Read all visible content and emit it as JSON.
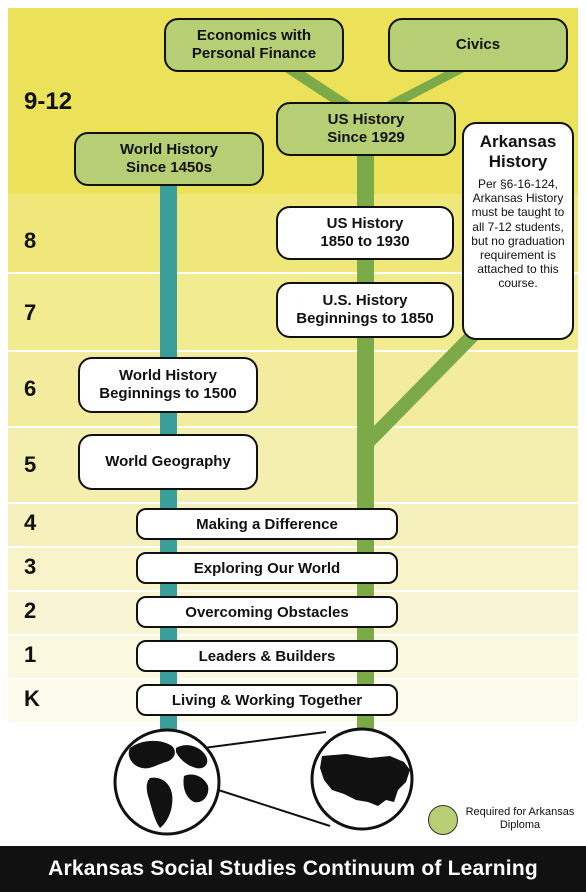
{
  "grades": {
    "g912": "9-12",
    "g8": "8",
    "g7": "7",
    "g6": "6",
    "g5": "5",
    "g4": "4",
    "g3": "3",
    "g2": "2",
    "g1": "1",
    "gk": "K"
  },
  "courses": {
    "economics": "Economics with Personal Finance",
    "civics": "Civics",
    "us_history_1929": "US History Since 1929",
    "world_history_1450": "World History Since 1450s",
    "us_history_1850_1930": "US History 1850 to 1930",
    "us_history_beginnings_1850": "U.S. History Beginnings to 1850",
    "world_history_beginnings_1500": "World History Beginnings to 1500",
    "world_geography": "World Geography",
    "making_a_difference": "Making a Difference",
    "exploring_our_world": "Exploring Our World",
    "overcoming_obstacles": "Overcoming Obstacles",
    "leaders_builders": "Leaders & Builders",
    "living_working_together": "Living & Working Together"
  },
  "arkansas_history": {
    "title": "Arkansas History",
    "note": "Per §6-16-124, Arkansas History must be taught to all 7-12 students, but no graduation requirement is attached to this course."
  },
  "legend": {
    "label": "Required for Arkansas Diploma",
    "color": "#b7cf74"
  },
  "footer": {
    "title": "Arkansas Social Studies Continuum of Learning"
  },
  "colors": {
    "band_912": "#ece25a",
    "band_8": "#f0e77a",
    "band_7": "#f2eb8f",
    "band_6": "#f3ec9e",
    "band_5": "#f5efaf",
    "band_4": "#f6f0bc",
    "band_3": "#f8f3c9",
    "band_2": "#f9f5d4",
    "band_1": "#fbf8e0",
    "band_k": "#fcfaea",
    "world_trunk": "#3a9e9b",
    "us_trunk": "#7daa48",
    "required_green": "#b7cf74"
  }
}
